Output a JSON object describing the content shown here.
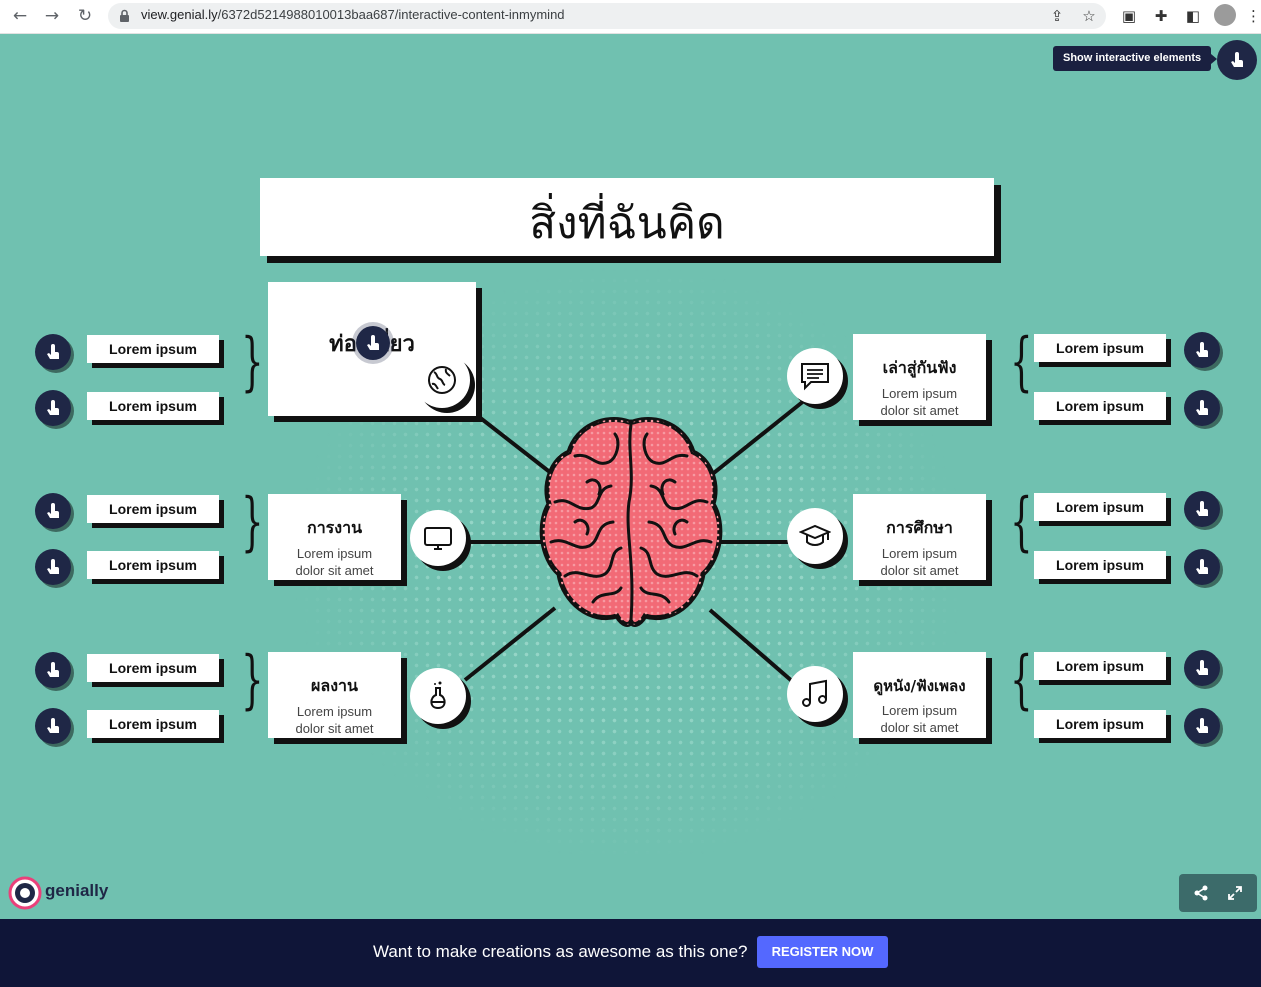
{
  "browser": {
    "url_domain": "view.genial.ly",
    "url_path": "/6372d5214988010013baa687/interactive-content-inmymind",
    "icons": [
      "back-icon",
      "forward-icon",
      "reload-icon",
      "lock-icon",
      "share-icon",
      "star-icon",
      "qr-icon",
      "extensions-icon",
      "sidepanel-icon",
      "profile-avatar",
      "menu-icon"
    ]
  },
  "header": {
    "title": "สิ่งที่ฉันคิด",
    "tooltip": "Show interactive elements"
  },
  "left_cards": [
    {
      "title": "ท่องเที่ยว",
      "text1": "",
      "text2": "",
      "icon": "globe-icon"
    },
    {
      "title": "การงาน",
      "text1": "Lorem ipsum",
      "text2": "dolor sit amet",
      "icon": "computer-icon"
    },
    {
      "title": "ผลงาน",
      "text1": "Lorem ipsum",
      "text2": "dolor sit amet",
      "icon": "flask-icon"
    }
  ],
  "right_cards": [
    {
      "title": "เล่าสู่กันฟัง",
      "text1": "Lorem ipsum",
      "text2": "dolor sit amet",
      "icon": "chat-icon"
    },
    {
      "title": "การศึกษา",
      "text1": "Lorem ipsum",
      "text2": "dolor sit amet",
      "icon": "graduation-cap-icon"
    },
    {
      "title": "ดูหนัง/ฟังเพลง",
      "text1": "Lorem ipsum",
      "text2": "dolor sit amet",
      "icon": "music-note-icon"
    }
  ],
  "labels": {
    "left": [
      "Lorem ipsum",
      "Lorem ipsum",
      "Lorem ipsum",
      "Lorem ipsum",
      "Lorem ipsum",
      "Lorem ipsum"
    ],
    "right": [
      "Lorem ipsum",
      "Lorem ipsum",
      "Lorem ipsum",
      "Lorem ipsum",
      "Lorem ipsum",
      "Lorem ipsum"
    ]
  },
  "footer": {
    "logo": "genially",
    "banner_text": "Want to make creations as awesome as this one?",
    "register": "REGISTER NOW"
  },
  "colors": {
    "background": "#70c1b0",
    "hotspot": "#1f2746",
    "brain": "#f26a76",
    "banner": "#0f1538",
    "register": "#5468ff"
  }
}
